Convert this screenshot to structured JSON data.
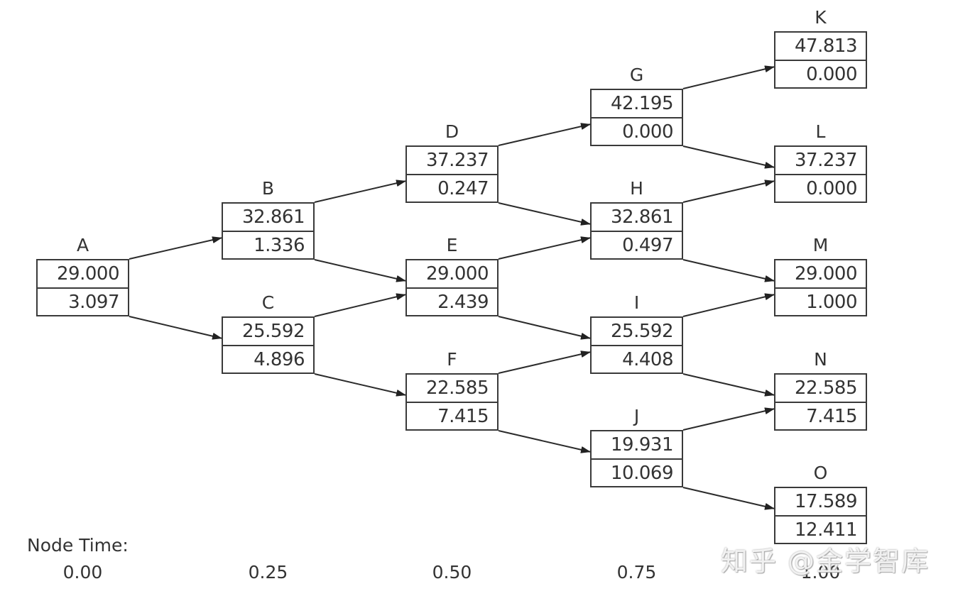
{
  "diagram": {
    "type": "binomial-tree",
    "nodes": {
      "A": {
        "label": "A",
        "value": "29.000",
        "sub": "3.097"
      },
      "B": {
        "label": "B",
        "value": "32.861",
        "sub": "1.336"
      },
      "C": {
        "label": "C",
        "value": "25.592",
        "sub": "4.896"
      },
      "D": {
        "label": "D",
        "value": "37.237",
        "sub": "0.247"
      },
      "E": {
        "label": "E",
        "value": "29.000",
        "sub": "2.439"
      },
      "F": {
        "label": "F",
        "value": "22.585",
        "sub": "7.415"
      },
      "G": {
        "label": "G",
        "value": "42.195",
        "sub": "0.000"
      },
      "H": {
        "label": "H",
        "value": "32.861",
        "sub": "0.497"
      },
      "I": {
        "label": "I",
        "value": "25.592",
        "sub": "4.408"
      },
      "J": {
        "label": "J",
        "value": "19.931",
        "sub": "10.069"
      },
      "K": {
        "label": "K",
        "value": "47.813",
        "sub": "0.000"
      },
      "L": {
        "label": "L",
        "value": "37.237",
        "sub": "0.000"
      },
      "M": {
        "label": "M",
        "value": "29.000",
        "sub": "1.000"
      },
      "N": {
        "label": "N",
        "value": "22.585",
        "sub": "7.415"
      },
      "O": {
        "label": "O",
        "value": "17.589",
        "sub": "12.411"
      }
    },
    "edges": [
      [
        "A",
        "B"
      ],
      [
        "A",
        "C"
      ],
      [
        "B",
        "D"
      ],
      [
        "B",
        "E"
      ],
      [
        "C",
        "E"
      ],
      [
        "C",
        "F"
      ],
      [
        "D",
        "G"
      ],
      [
        "D",
        "H"
      ],
      [
        "E",
        "H"
      ],
      [
        "E",
        "I"
      ],
      [
        "F",
        "I"
      ],
      [
        "F",
        "J"
      ],
      [
        "G",
        "K"
      ],
      [
        "G",
        "L"
      ],
      [
        "H",
        "L"
      ],
      [
        "H",
        "M"
      ],
      [
        "I",
        "M"
      ],
      [
        "I",
        "N"
      ],
      [
        "J",
        "N"
      ],
      [
        "J",
        "O"
      ]
    ],
    "node_time": {
      "title": "Node Time:",
      "ticks": [
        "0.00",
        "0.25",
        "0.50",
        "0.75",
        "1.00"
      ]
    },
    "watermark": "知乎 @金学智库"
  }
}
